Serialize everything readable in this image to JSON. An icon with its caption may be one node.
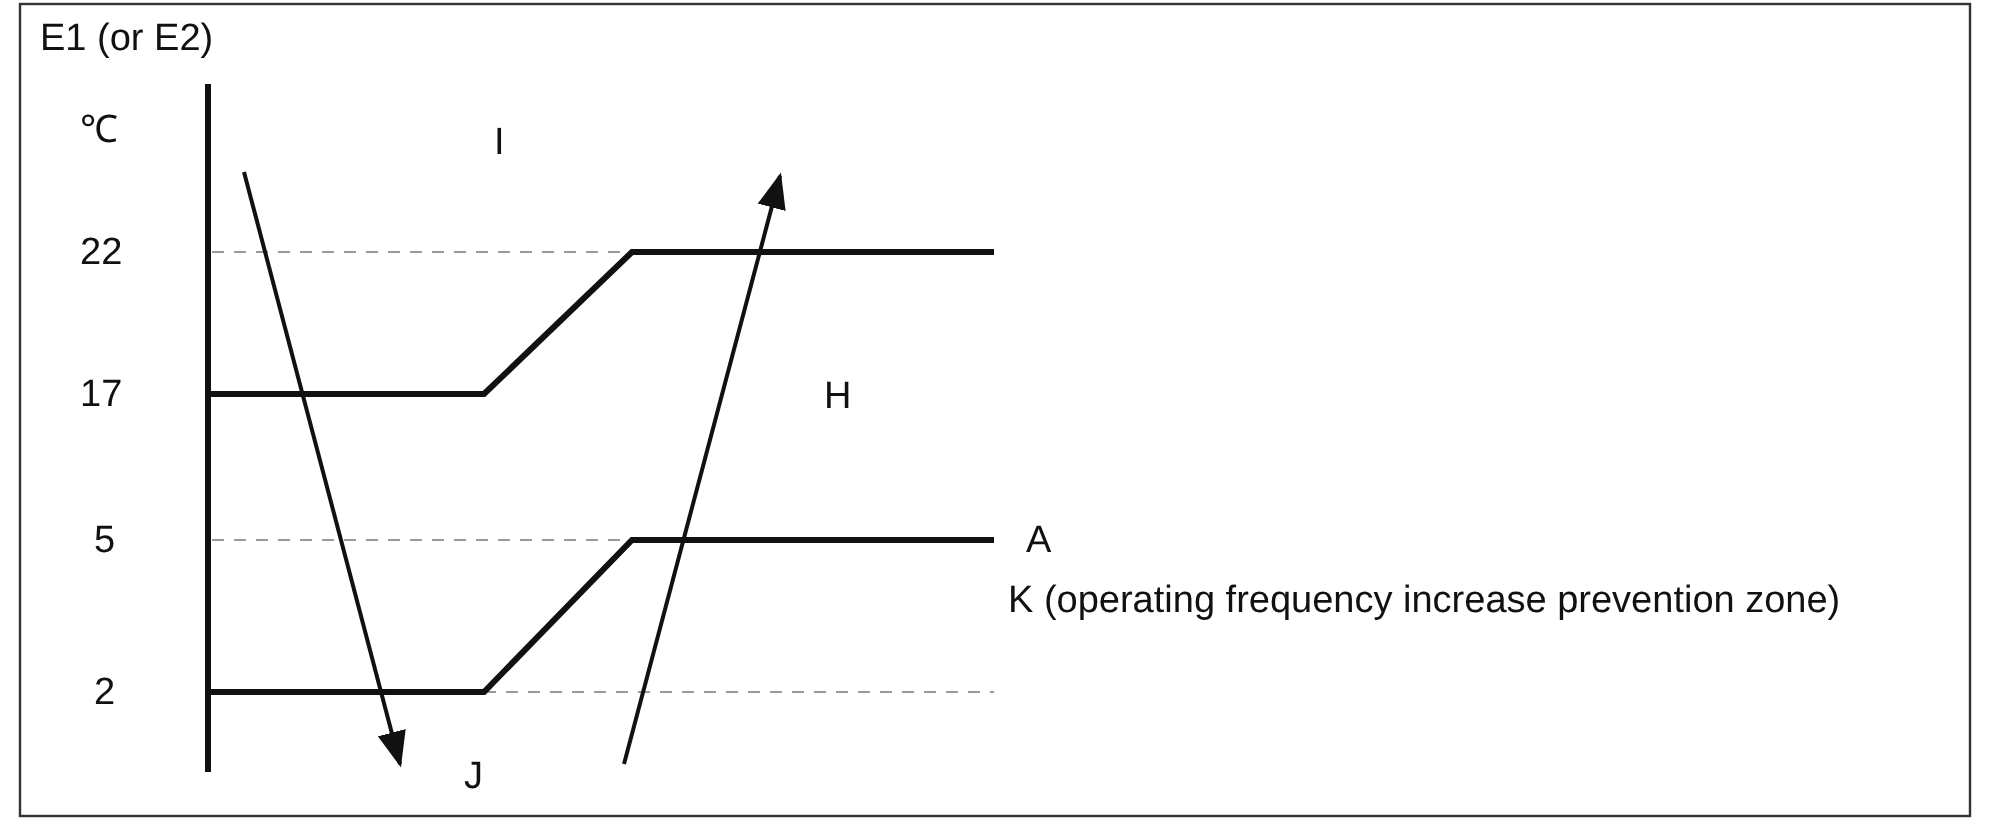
{
  "diagram": {
    "title": "E1 (or E2)",
    "labels": [
      "℃",
      "I",
      "22",
      "17",
      "H",
      "5",
      "A",
      "K (operating frequency increase prevention zone)",
      "2",
      "J"
    ]
  }
}
